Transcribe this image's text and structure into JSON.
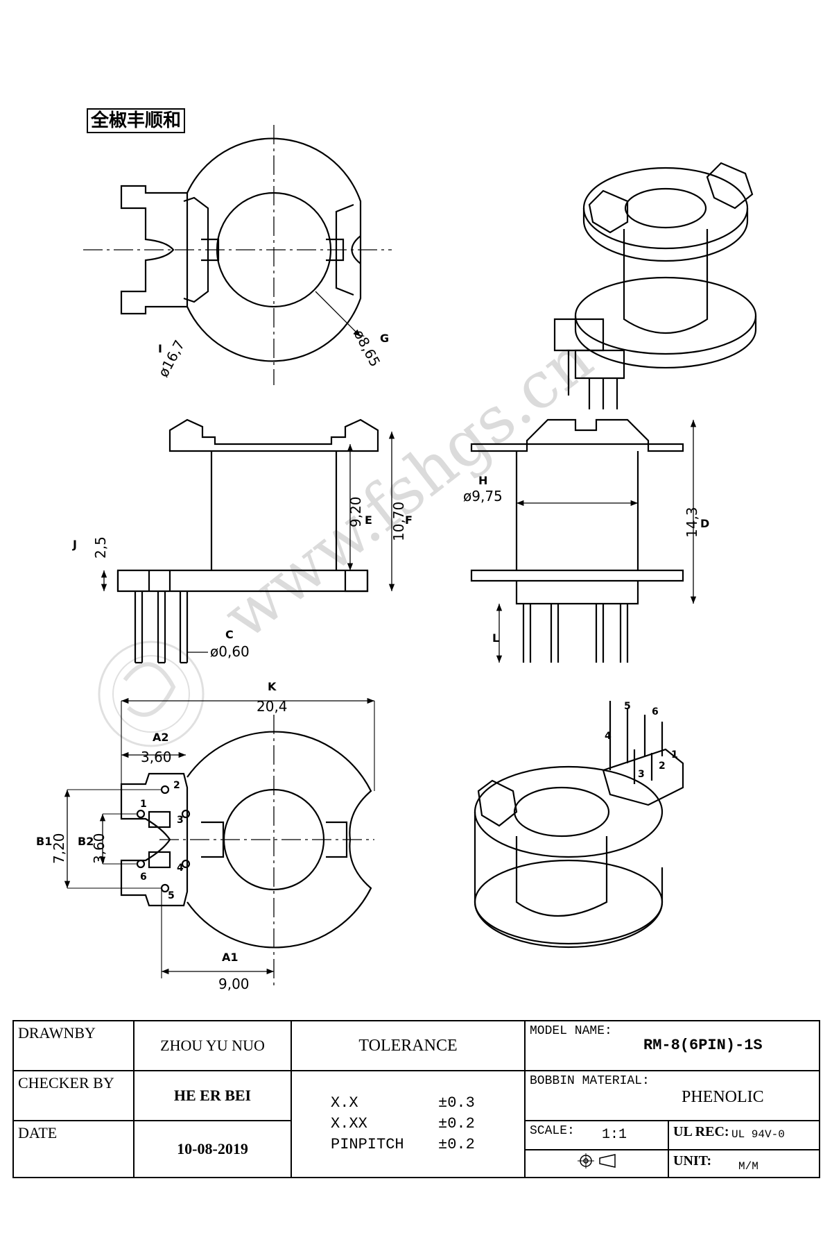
{
  "company": "全椒丰顺和",
  "watermark": "www.fshgs.cn",
  "dimensions": {
    "I": {
      "label": "I",
      "value": "ø16,7"
    },
    "G": {
      "label": "G",
      "value": "ø8,65"
    },
    "E": {
      "label": "E",
      "value": "9,20"
    },
    "F": {
      "label": "F",
      "value": "10,70"
    },
    "J": {
      "label": "J",
      "value": "2,5"
    },
    "C": {
      "label": "C",
      "value": "ø0,60"
    },
    "H": {
      "label": "H",
      "value": "ø9,75"
    },
    "D": {
      "label": "D",
      "value": "14,3"
    },
    "L": {
      "label": "L",
      "value": ""
    },
    "K": {
      "label": "K",
      "value": "20,4"
    },
    "A2": {
      "label": "A2",
      "value": "3,60"
    },
    "B1": {
      "label": "B1",
      "value": "7,20"
    },
    "B2": {
      "label": "B2",
      "value": "3,60"
    },
    "A1": {
      "label": "A1",
      "value": "9,00"
    }
  },
  "pins": [
    "1",
    "2",
    "3",
    "4",
    "5",
    "6"
  ],
  "title_block": {
    "drawn_by_label": "DRAWNBY",
    "drawn_by": "ZHOU YU NUO",
    "checker_label": "CHECKER BY",
    "checker": "HE ER BEI",
    "date_label": "DATE",
    "date": "10-08-2019",
    "tolerance_title": "TOLERANCE",
    "tolerances": [
      {
        "key": "X.X",
        "value": "±0.3"
      },
      {
        "key": "X.XX",
        "value": "±0.2"
      },
      {
        "key": "PINPITCH",
        "value": "±0.2"
      }
    ],
    "model_name_label": "MODEL NAME:",
    "model_name": "RM-8(6PIN)-1S",
    "bobbin_material_label": "BOBBIN MATERIAL:",
    "bobbin_material": "PHENOLIC",
    "scale_label": "SCALE:",
    "scale": "1:1",
    "ul_rec_label": "UL REC:",
    "ul_rec": "UL 94V-0",
    "unit_label": "UNIT:",
    "unit": "M/M"
  }
}
